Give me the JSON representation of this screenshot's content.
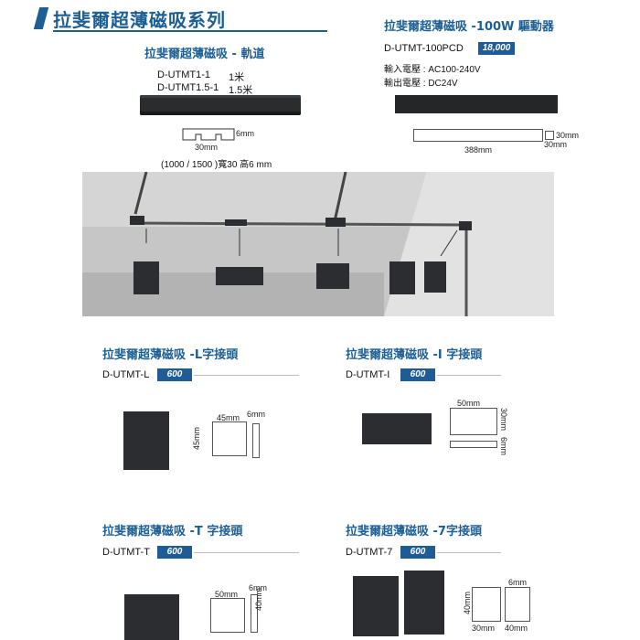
{
  "header": {
    "title": "拉斐爾超薄磁吸系列"
  },
  "track": {
    "title": "拉斐爾超薄磁吸 - 軌道",
    "codes": [
      "D-UTMT1-1",
      "D-UTMT1.5-1"
    ],
    "lengths": [
      "1米",
      "1.5米"
    ],
    "dim_width": "30mm",
    "dim_height": "6mm",
    "spec": "(1000 / 1500 )寬30 高6 mm"
  },
  "driver": {
    "title": "拉斐爾超薄磁吸 -100W 驅動器",
    "code": "D-UTMT-100PCD",
    "price": "18,000",
    "input": "輸入電壓 : AC100-240V",
    "output": "輸出電壓 : DC24V",
    "dim_length": "388mm",
    "dim_a": "30mm",
    "dim_b": "30mm"
  },
  "connectors": [
    {
      "title": "拉斐爾超薄磁吸 -L字接頭",
      "code": "D-UTMT-L",
      "price": "600",
      "dims": [
        "45mm",
        "6mm",
        "45mm"
      ]
    },
    {
      "title": "拉斐爾超薄磁吸 -I 字接頭",
      "code": "D-UTMT-I",
      "price": "600",
      "dims": [
        "50mm",
        "30mm",
        "6mm"
      ]
    },
    {
      "title": "拉斐爾超薄磁吸 -T 字接頭",
      "code": "D-UTMT-T",
      "price": "600",
      "dims": [
        "50mm",
        "6mm",
        "40mm"
      ]
    },
    {
      "title": "拉斐爾超薄磁吸 -7字接頭",
      "code": "D-UTMT-7",
      "price": "600",
      "dims": [
        "6mm",
        "40mm",
        "30mm",
        "40mm"
      ]
    }
  ],
  "colors": {
    "accent": "#1f5c95",
    "track": "#2a2c2e",
    "banner": "#1d5f93"
  }
}
